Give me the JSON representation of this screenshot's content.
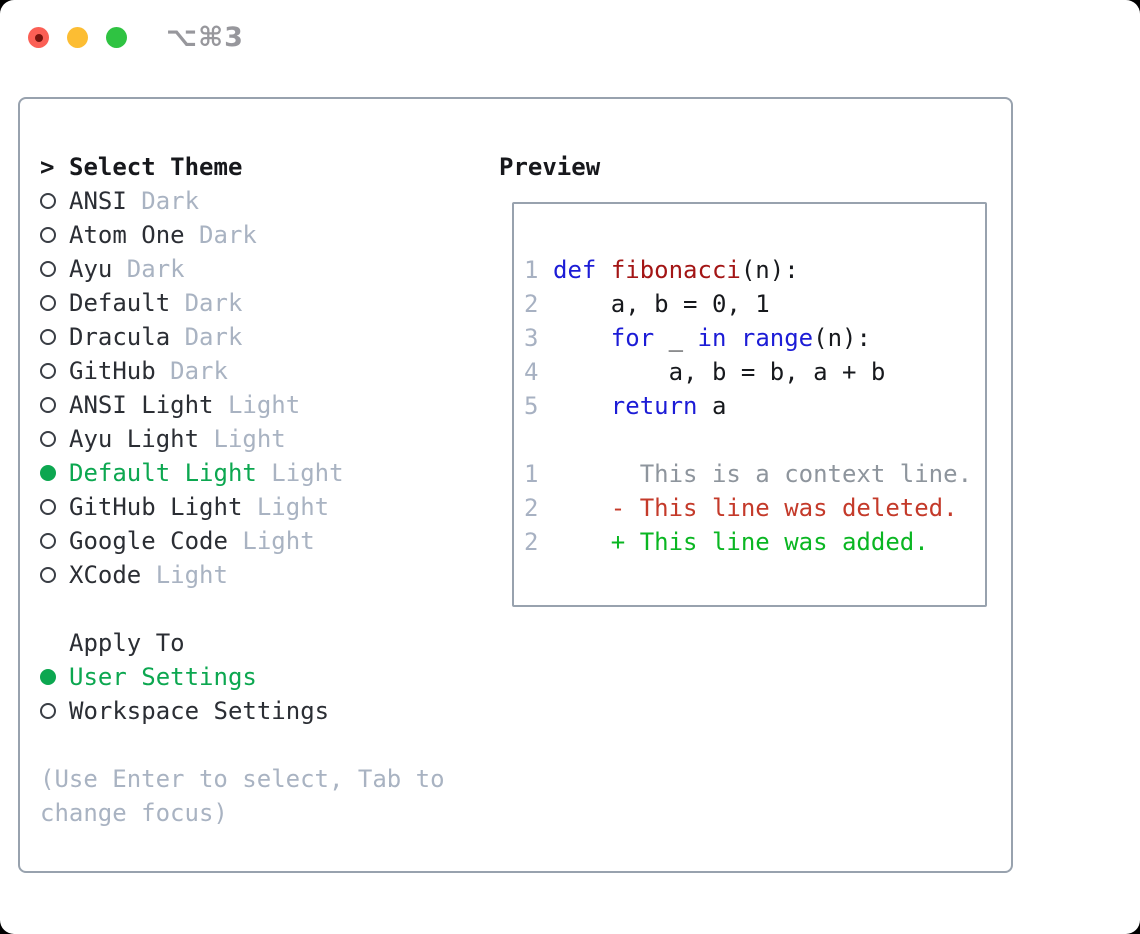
{
  "window": {
    "title": "⌥⌘3"
  },
  "theme_panel": {
    "header": {
      "prompt": ">",
      "label": "Select Theme"
    },
    "themes": [
      {
        "name": "ANSI",
        "variant": "Dark",
        "selected": false
      },
      {
        "name": "Atom One",
        "variant": "Dark",
        "selected": false
      },
      {
        "name": "Ayu",
        "variant": "Dark",
        "selected": false
      },
      {
        "name": "Default",
        "variant": "Dark",
        "selected": false
      },
      {
        "name": "Dracula",
        "variant": "Dark",
        "selected": false
      },
      {
        "name": "GitHub",
        "variant": "Dark",
        "selected": false
      },
      {
        "name": "ANSI Light",
        "variant": "Light",
        "selected": false
      },
      {
        "name": "Ayu Light",
        "variant": "Light",
        "selected": false
      },
      {
        "name": "Default Light",
        "variant": "Light",
        "selected": true
      },
      {
        "name": "GitHub Light",
        "variant": "Light",
        "selected": false
      },
      {
        "name": "Google Code",
        "variant": "Light",
        "selected": false
      },
      {
        "name": "XCode",
        "variant": "Light",
        "selected": false
      }
    ],
    "apply_to": {
      "label": "Apply To",
      "options": [
        {
          "name": "User Settings",
          "selected": true
        },
        {
          "name": "Workspace Settings",
          "selected": false
        }
      ]
    },
    "hint_lines": [
      "(Use Enter to select, Tab to",
      "change focus)"
    ]
  },
  "preview": {
    "label": "Preview",
    "lines": [
      {
        "name": "code-line-1",
        "num": "1",
        "segments": [
          {
            "t": "def",
            "c": "kw"
          },
          {
            "t": " ",
            "c": "p"
          },
          {
            "t": "fibonacci",
            "c": "fn"
          },
          {
            "t": "(n):",
            "c": "p"
          }
        ]
      },
      {
        "name": "code-line-2",
        "num": "2",
        "segments": [
          {
            "t": "    a, b = 0, 1",
            "c": "p"
          }
        ]
      },
      {
        "name": "code-line-3",
        "num": "3",
        "segments": [
          {
            "t": "    ",
            "c": "p"
          },
          {
            "t": "for",
            "c": "kw"
          },
          {
            "t": " _ ",
            "c": "p"
          },
          {
            "t": "in",
            "c": "kw"
          },
          {
            "t": " ",
            "c": "p"
          },
          {
            "t": "range",
            "c": "kw"
          },
          {
            "t": "(n):",
            "c": "p"
          }
        ]
      },
      {
        "name": "code-line-4",
        "num": "4",
        "segments": [
          {
            "t": "        a, b = b, a + b",
            "c": "p"
          }
        ]
      },
      {
        "name": "code-line-5",
        "num": "5",
        "segments": [
          {
            "t": "    ",
            "c": "p"
          },
          {
            "t": "return",
            "c": "kw"
          },
          {
            "t": " a",
            "c": "p"
          }
        ]
      },
      {
        "name": "blank-line",
        "num": "",
        "segments": []
      },
      {
        "name": "diff-context-line",
        "num": "1",
        "segments": [
          {
            "t": "      This is a context line.",
            "c": "ctx"
          }
        ]
      },
      {
        "name": "diff-deleted-line",
        "num": "2",
        "segments": [
          {
            "t": "    - This line was deleted.",
            "c": "del"
          }
        ]
      },
      {
        "name": "diff-added-line",
        "num": "2",
        "segments": [
          {
            "t": "    + This line was added.",
            "c": "add"
          }
        ]
      }
    ]
  },
  "colors": {
    "selected_green": "#0ca750",
    "keyword_blue": "#1c1cd6",
    "function_red": "#a31515",
    "diff_deleted_red": "#c43a2a",
    "diff_added_green": "#0ab622",
    "context_gray": "#8e959d",
    "line_number_gray": "#a7b1c2",
    "muted_gray": "#a9b3c2",
    "text_dark": "#2b2e34",
    "border_gray": "#98a2ae",
    "traffic_red": "#fb5f55",
    "traffic_yellow": "#fcbd33",
    "traffic_green": "#2fc342",
    "title_gray": "#97979c"
  }
}
